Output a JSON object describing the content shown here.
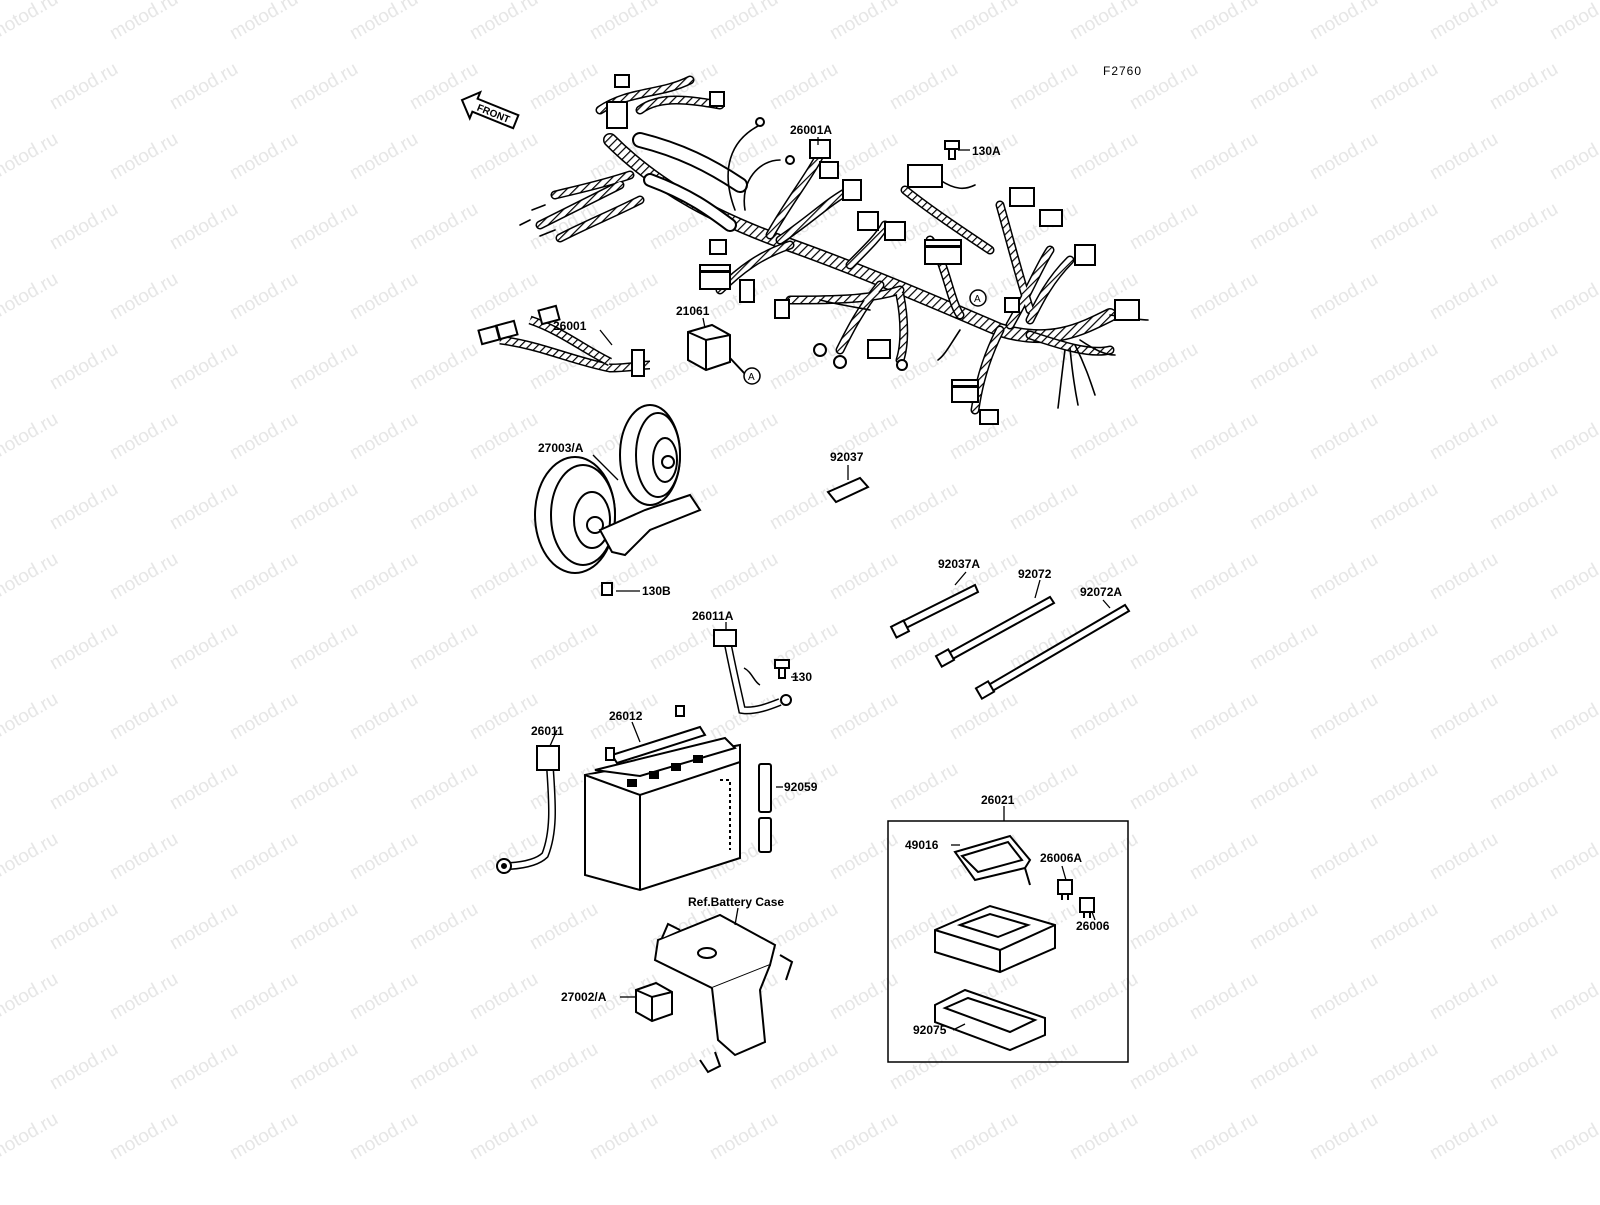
{
  "figure_code": "F2760",
  "front_label": "FRONT",
  "watermark": "motod.ru",
  "parts": {
    "p26001A": "26001A",
    "p130A": "130A",
    "p26001": "26001",
    "p21061": "21061",
    "pA1": "A",
    "pA2": "A",
    "p27003A": "27003/A",
    "p92037": "92037",
    "p130B": "130B",
    "p92037A": "92037A",
    "p92072": "92072",
    "p92072A": "92072A",
    "p26011A": "26011A",
    "p130": "130",
    "p26012": "26012",
    "p26011": "26011",
    "p92059": "92059",
    "p26021": "26021",
    "p49016": "49016",
    "p26006A": "26006A",
    "p26006": "26006",
    "p92075": "92075",
    "ref_battery_case": "Ref.Battery Case",
    "p27002A": "27002/A"
  }
}
